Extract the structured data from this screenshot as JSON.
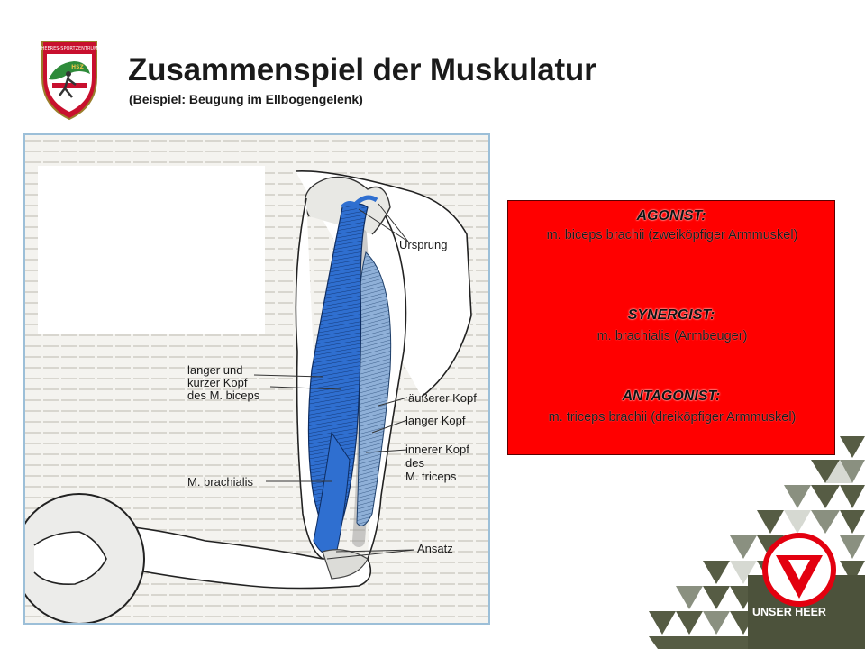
{
  "header": {
    "logo_text": "HEERES-SPORTZENTRUM",
    "logo_sub": "HSZ",
    "title": "Zusammenspiel der Muskulatur",
    "subtitle": "(Beispiel: Beugung im Ellbogengelenk)"
  },
  "figure": {
    "labels": {
      "ursprung": "Ursprung",
      "biceps_l1": "langer und",
      "biceps_l2": "kurzer Kopf",
      "biceps_l3": "des M. biceps",
      "aeusserer": "äußerer Kopf",
      "langer": "langer Kopf",
      "innerer_l1": "innerer Kopf",
      "innerer_l2": "des",
      "innerer_l3": "M. triceps",
      "brachialis": "M. brachialis",
      "ansatz": "Ansatz"
    }
  },
  "infobox": {
    "agonist_title": "AGONIST:",
    "agonist_text": "m. biceps brachii (zweiköpfiger Armmuskel)",
    "synergist_title": "SYNERGIST:",
    "synergist_text": "m. brachialis (Armbeuger)",
    "antagonist_title": "ANTAGONIST:",
    "antagonist_text": "m. triceps brachii (dreiköpfiger Armmuskel)"
  },
  "branding": {
    "label": "UNSER HEER"
  },
  "colors": {
    "infobox_bg": "#ff0000",
    "muscle_blue": "#2f6fd0",
    "triangle_dark": "#565c44",
    "triangle_mid": "#8a9080",
    "triangle_light": "#d6d9d2",
    "brand_red": "#e3000f"
  }
}
